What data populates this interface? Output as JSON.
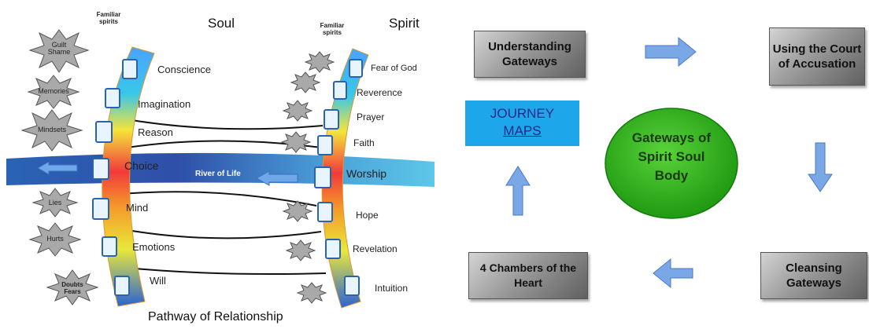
{
  "left": {
    "soul_title": "Soul",
    "spirit_title": "Spirit",
    "familiar_spirits_left": "Familiar spirits",
    "familiar_spirits_right": "Familiar spirits",
    "soul_labels": [
      "Conscience",
      "Imagination",
      "Reason",
      "Choice",
      "Mind",
      "Emotions",
      "Will"
    ],
    "spirit_labels": [
      "Fear of God",
      "Reverence",
      "Prayer",
      "Faith",
      "Worship",
      "Hope",
      "Revelation",
      "Intuition"
    ],
    "river_label": "River of Life",
    "stars": [
      "Guilt Shame",
      "Memories",
      "Mindsets",
      "Lies",
      "Hurts",
      "Doubts Fears"
    ],
    "footer": "Pathway of Relationship"
  },
  "right": {
    "journey": "JOURNEY",
    "maps_link": "MAPS",
    "center": "Gateways of Spirit Soul Body",
    "boxes": {
      "understanding": "Understanding Gateways",
      "court": "Using the Court of Accusation",
      "cleansing": "Cleansing Gateways",
      "chambers": "4 Chambers of the Heart"
    }
  },
  "colors": {
    "river": "#2a63b5",
    "journey_bg": "#1ea6ea",
    "journey_text": "#1a2a8a",
    "center_green": "#33b81e",
    "arrow_blue": "#7aa7e6"
  }
}
